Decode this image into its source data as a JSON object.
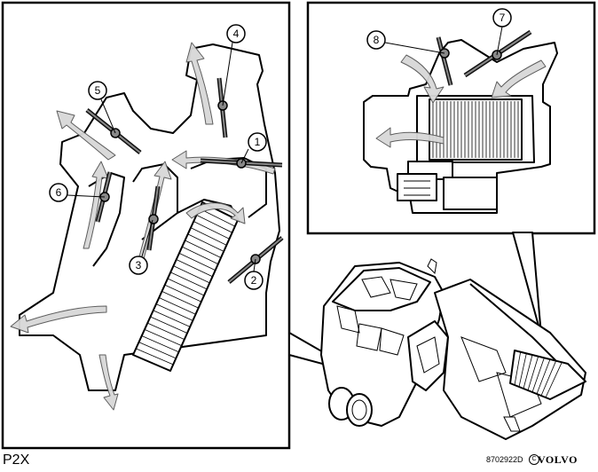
{
  "diagram": {
    "variant_label": "P2X",
    "figure_code": "8702922D",
    "copyright_symbol": "C",
    "brand": "VOLVO",
    "callouts": {
      "c1": "1",
      "c2": "2",
      "c3": "3",
      "c4": "4",
      "c5": "5",
      "c6": "6",
      "c7": "7",
      "c8": "8"
    },
    "colors": {
      "line": "#000000",
      "airflow_arrow": "#d8d8d8",
      "damper_pivot": "#888888",
      "background": "#ffffff"
    }
  }
}
